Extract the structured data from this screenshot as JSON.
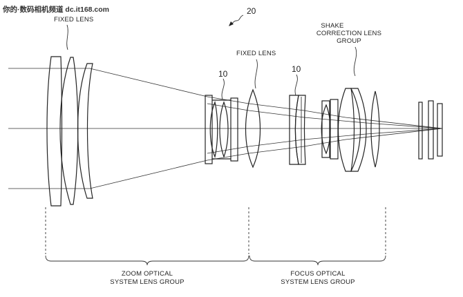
{
  "watermark": "你的·数码相机频道 dc.it168.com",
  "figure_ref": "20",
  "labels": {
    "fixed_lens_top_left": "FIXED LENS",
    "fixed_lens_middle": "FIXED LENS",
    "shake_line1": "SHAKE",
    "shake_line2": "CORRECTION LENS",
    "shake_line3": "GROUP",
    "ref_10_a": "10",
    "ref_10_b": "10",
    "zoom_line1": "ZOOM OPTICAL",
    "zoom_line2": "SYSTEM LENS GROUP",
    "focus_line1": "FOCUS OPTICAL",
    "focus_line2": "SYSTEM LENS GROUP"
  }
}
